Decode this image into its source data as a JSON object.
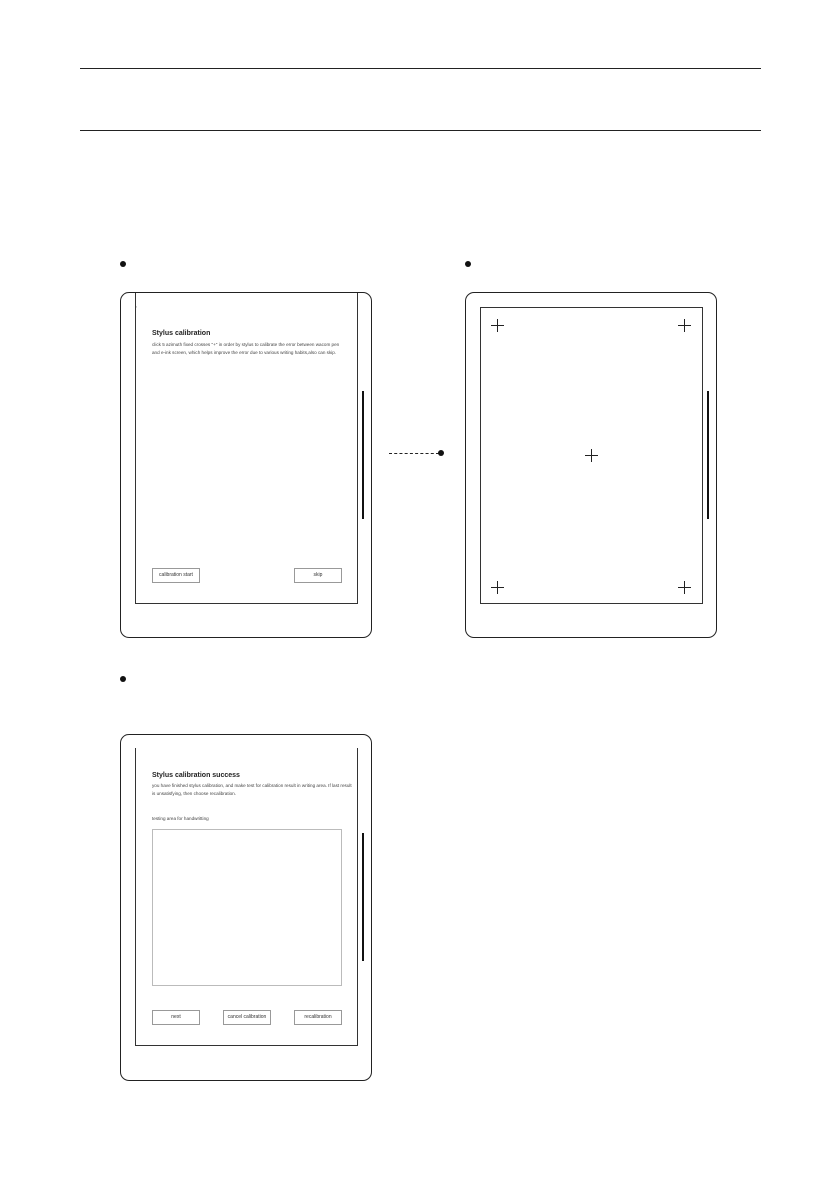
{
  "screen_a": {
    "title": "Stylus calibration",
    "description": "click 5 azimuth fixed crosses \"+\" in order by stylus to calibrate the error between wacom pen and e-ink screen, which helps improve the error due to various writing habits,also can skip.",
    "start_button": "calibration start",
    "skip_button": "skip"
  },
  "screen_b": {
    "crosses": [
      {
        "name": "cross-top-left",
        "icon": "plus-icon"
      },
      {
        "name": "cross-top-right",
        "icon": "plus-icon"
      },
      {
        "name": "cross-center",
        "icon": "plus-icon"
      },
      {
        "name": "cross-bottom-left",
        "icon": "plus-icon"
      },
      {
        "name": "cross-bottom-right",
        "icon": "plus-icon"
      }
    ]
  },
  "screen_c": {
    "title": "Stylus calibration success",
    "description": "you have finished stylus calibration, and make test for calibration result in writing area. If last result is unsatisfying, then choose recalibration.",
    "area_label": "testing area for handwritting",
    "next_button": "next",
    "cancel_button": "cancel calibration",
    "recalibration_button": "recalibration"
  }
}
